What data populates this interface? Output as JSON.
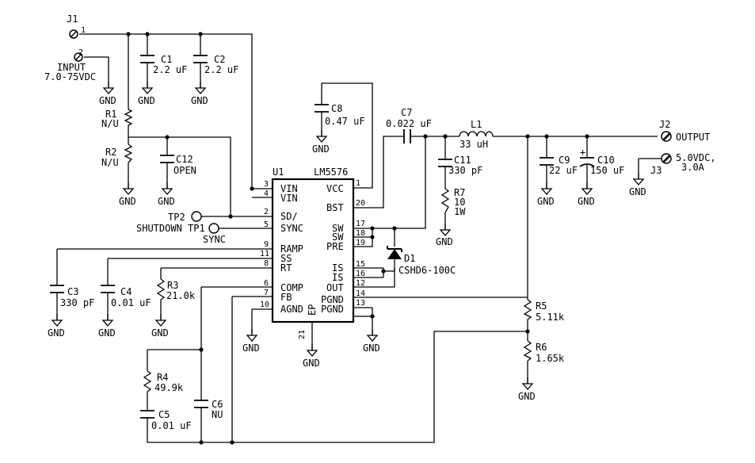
{
  "connectors": {
    "J1": {
      "ref": "J1",
      "pin1": "1",
      "pin2": "2",
      "label1": "INPUT",
      "label2": "7.0-75VDC"
    },
    "J2": {
      "ref": "J2",
      "label": "OUTPUT"
    },
    "J3": {
      "ref": "J3",
      "label1": "5.0VDC,",
      "label2": "3.0A"
    }
  },
  "ic": {
    "ref": "U1",
    "part": "LM5576",
    "left_pins": [
      {
        "num": "3",
        "name": "VIN"
      },
      {
        "num": "4",
        "name": "VIN"
      },
      {
        "num": "2",
        "name": "SD/"
      },
      {
        "num": "5",
        "name": "SYNC"
      },
      {
        "num": "9",
        "name": "RAMP"
      },
      {
        "num": "11",
        "name": "SS"
      },
      {
        "num": "8",
        "name": "RT"
      },
      {
        "num": "6",
        "name": "COMP"
      },
      {
        "num": "7",
        "name": "FB"
      },
      {
        "num": "10",
        "name": "AGND"
      }
    ],
    "right_pins": [
      {
        "num": "1",
        "name": "VCC"
      },
      {
        "num": "20",
        "name": "BST"
      },
      {
        "num": "17",
        "name": "SW"
      },
      {
        "num": "18",
        "name": "SW"
      },
      {
        "num": "19",
        "name": "PRE"
      },
      {
        "num": "15",
        "name": "IS"
      },
      {
        "num": "16",
        "name": "IS"
      },
      {
        "num": "12",
        "name": "OUT"
      },
      {
        "num": "14",
        "name": "PGND"
      },
      {
        "num": "13",
        "name": "PGND"
      }
    ],
    "ep_label": "EP",
    "ep_pin": "21"
  },
  "components": {
    "C1": {
      "ref": "C1",
      "value": "2.2 uF"
    },
    "C2": {
      "ref": "C2",
      "value": "2.2 uF"
    },
    "R1": {
      "ref": "R1",
      "value": "N/U"
    },
    "R2": {
      "ref": "R2",
      "value": "N/U"
    },
    "C12": {
      "ref": "C12",
      "value": "OPEN"
    },
    "C8": {
      "ref": "C8",
      "value": "0.47 uF"
    },
    "C7": {
      "ref": "C7",
      "value": "0.022 uF"
    },
    "L1": {
      "ref": "L1",
      "value": "33 uH"
    },
    "C11": {
      "ref": "C11",
      "value": "330 pF"
    },
    "R7": {
      "ref": "R7",
      "value1": "10",
      "value2": "1W"
    },
    "D1": {
      "ref": "D1",
      "value": "CSHD6-100C"
    },
    "C9": {
      "ref": "C9",
      "value": "22 uF"
    },
    "C10": {
      "ref": "C10",
      "value": "150 uF",
      "polarity": "+"
    },
    "C3": {
      "ref": "C3",
      "value": "330 pF"
    },
    "C4": {
      "ref": "C4",
      "value": "0.01 uF"
    },
    "R3": {
      "ref": "R3",
      "value": "21.0k"
    },
    "R4": {
      "ref": "R4",
      "value": "49.9k"
    },
    "C5": {
      "ref": "C5",
      "value": "0.01 uF"
    },
    "C6": {
      "ref": "C6",
      "value": "NU"
    },
    "R5": {
      "ref": "R5",
      "value": "5.11k"
    },
    "R6": {
      "ref": "R6",
      "value": "1.65k"
    }
  },
  "testpoints": {
    "TP2": {
      "ref": "TP2",
      "label": "SHUTDOWN"
    },
    "TP1": {
      "ref": "TP1",
      "label": "SYNC"
    }
  },
  "gnd_label": "GND"
}
